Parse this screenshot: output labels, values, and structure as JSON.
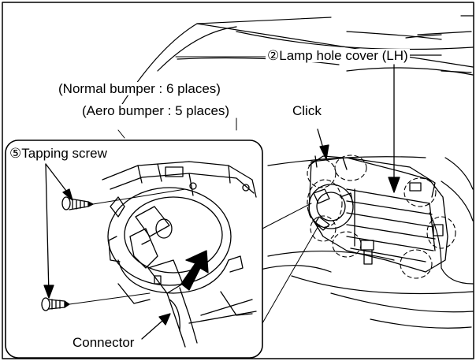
{
  "labels": {
    "lamp_hole_cover": "②Lamp hole cover (LH)",
    "normal_bumper": "(Normal bumper : 6 places)",
    "aero_bumper": "(Aero bumper : 5 places)",
    "click": "Click",
    "tapping_screw": "⑤Tapping screw",
    "connector": "Connector"
  },
  "colors": {
    "line": "#000000",
    "background": "#ffffff"
  }
}
